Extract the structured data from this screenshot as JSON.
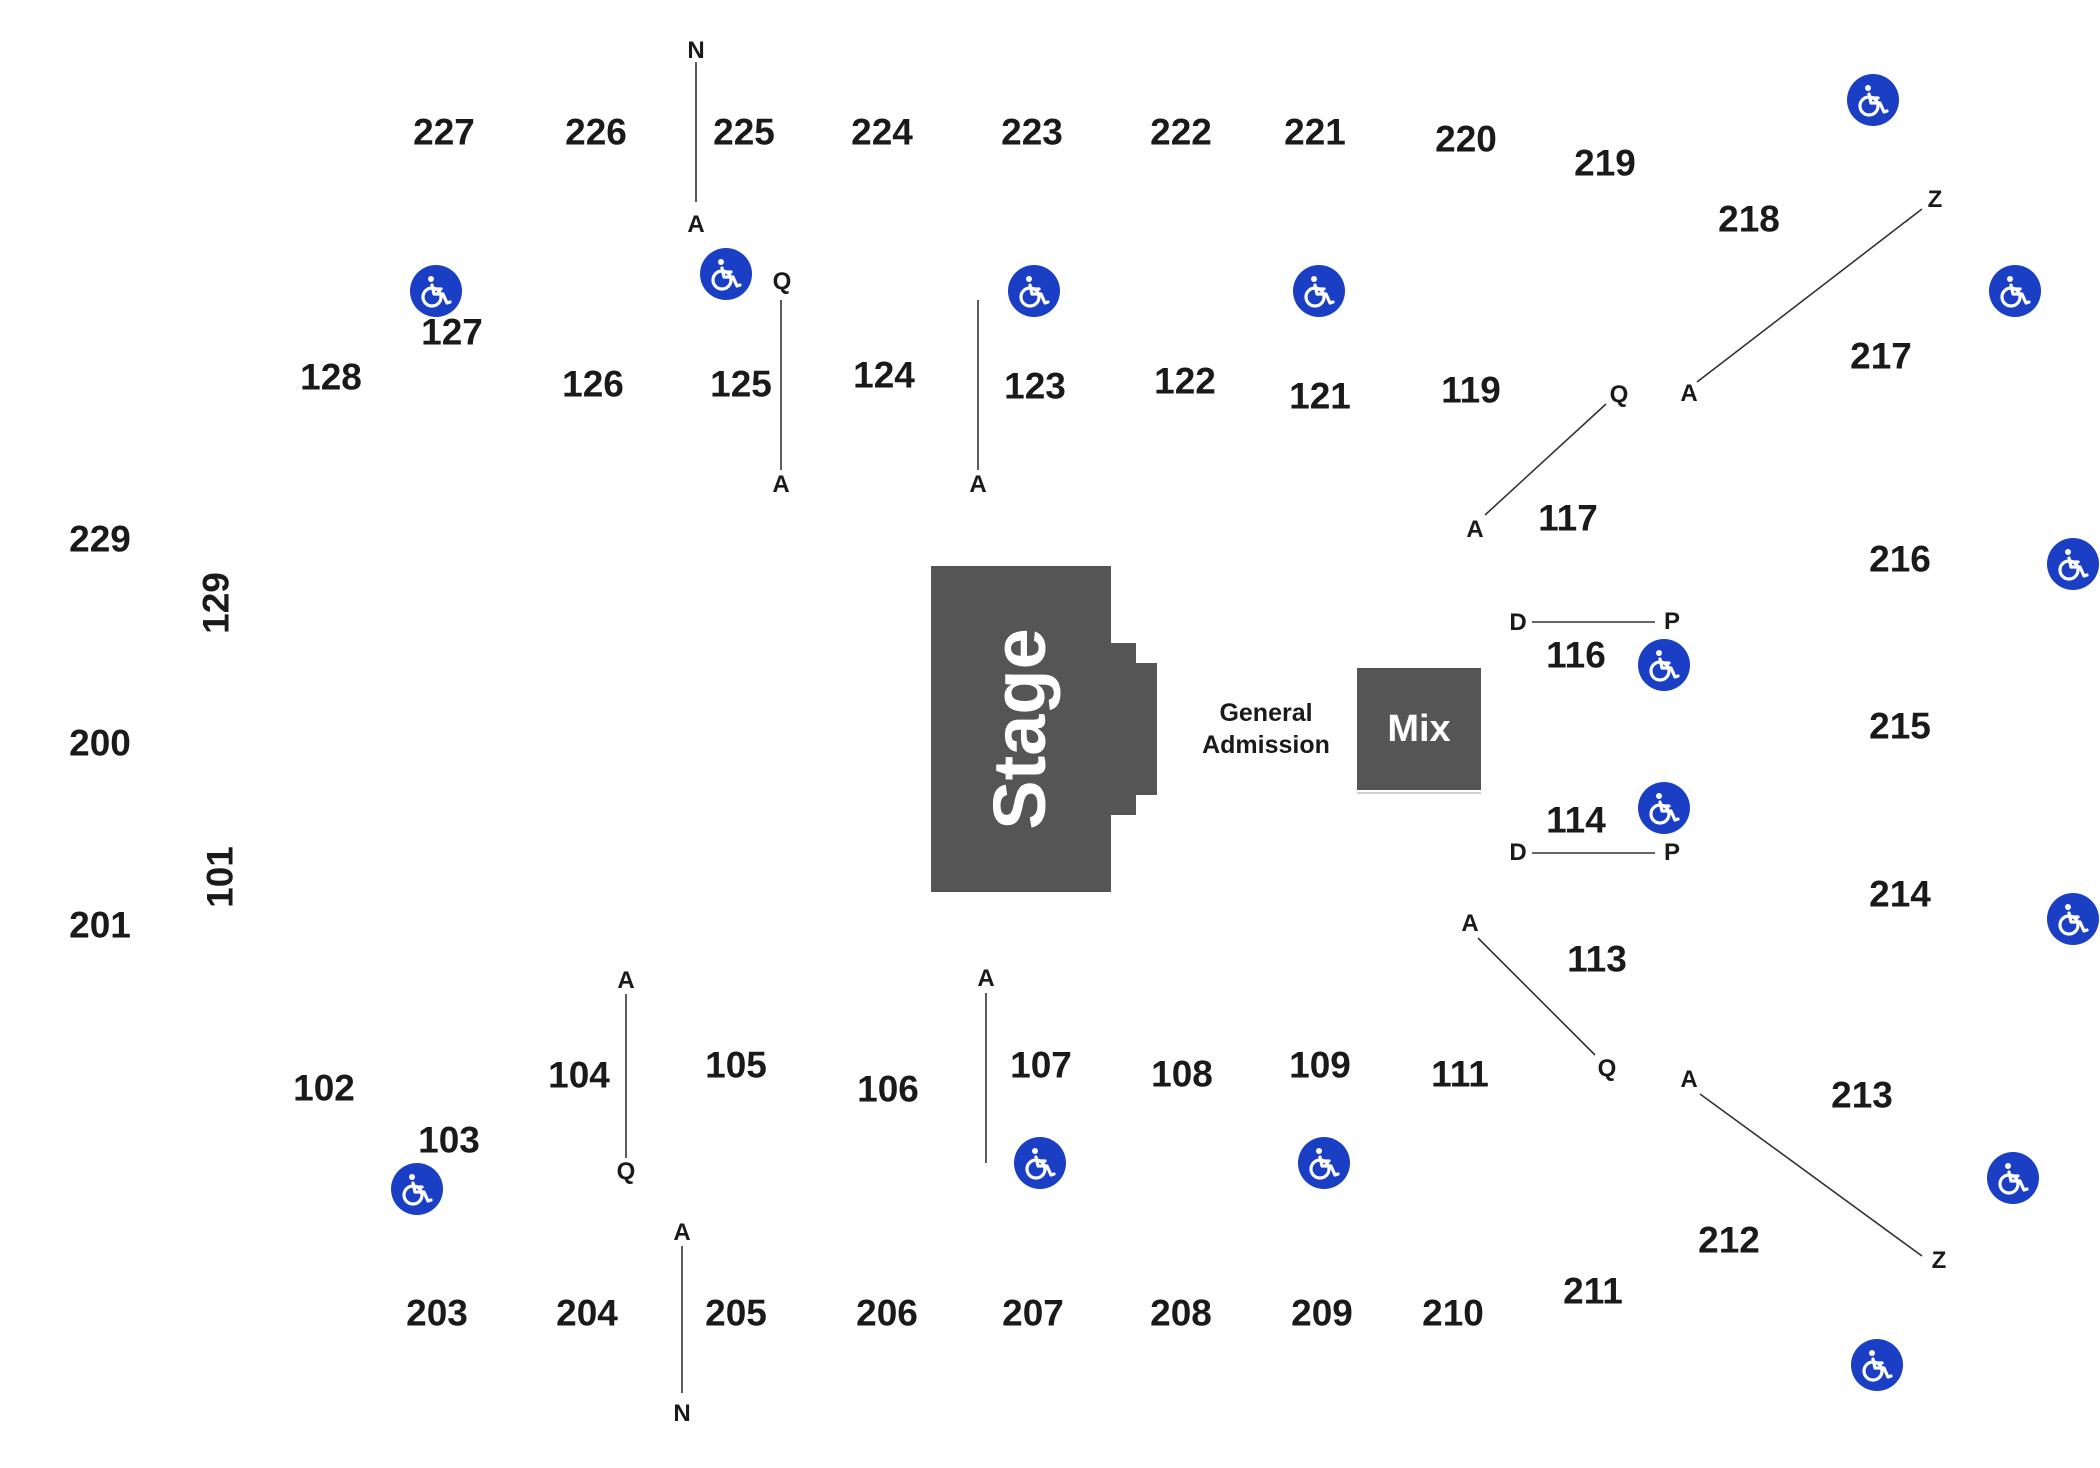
{
  "venue_map": {
    "stage_label": "Stage",
    "general_admission_line1": "General",
    "general_admission_line2": "Admission",
    "mix_label": "Mix",
    "stage_color": "#555555",
    "accessible_color": "#1a3fc4",
    "accessible_icon": "wheelchair-icon",
    "upper_sections": [
      "227",
      "226",
      "225",
      "224",
      "223",
      "222",
      "221",
      "220",
      "219",
      "218",
      "217",
      "216",
      "215",
      "214",
      "213",
      "212",
      "211",
      "210",
      "209",
      "208",
      "207",
      "206",
      "205",
      "204",
      "203",
      "201",
      "200",
      "229"
    ],
    "lower_sections": [
      "128",
      "127",
      "126",
      "125",
      "124",
      "123",
      "122",
      "121",
      "119",
      "117",
      "116",
      "114",
      "113",
      "111",
      "109",
      "108",
      "107",
      "106",
      "105",
      "104",
      "103",
      "102",
      "101",
      "129"
    ],
    "row_markers": {
      "n_top": "N",
      "a_225": "A",
      "q_125": "Q",
      "a_125": "A",
      "a_123": "A",
      "q_117": "Q",
      "a_117": "A",
      "z_217": "Z",
      "a_217": "A",
      "d_116": "D",
      "p_116": "P",
      "d_114": "D",
      "p_114": "P",
      "a_113": "A",
      "q_113": "Q",
      "a_213": "A",
      "z_213": "Z",
      "a_104": "A",
      "q_104": "Q",
      "a_107": "A",
      "a_205": "A",
      "n_bottom": "N"
    }
  }
}
